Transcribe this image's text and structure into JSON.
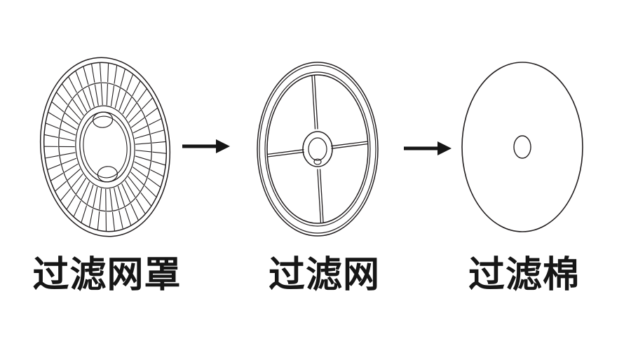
{
  "figure": {
    "background": "#ffffff",
    "line_color": "#231f20",
    "parts": [
      {
        "id": "filter-mesh-cover",
        "label": "过滤网罩"
      },
      {
        "id": "filter-mesh",
        "label": "过滤网"
      },
      {
        "id": "filter-cotton",
        "label": "过滤棉"
      }
    ],
    "arrows": [
      {
        "direction": "right"
      },
      {
        "direction": "right"
      }
    ]
  }
}
